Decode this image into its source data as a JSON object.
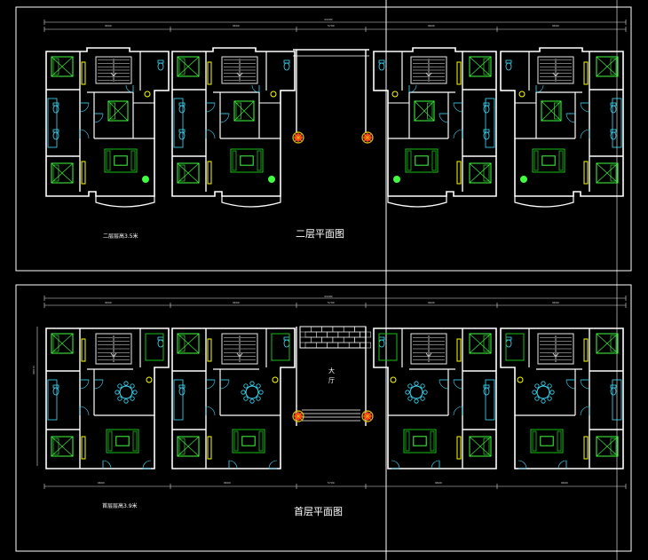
{
  "colors": {
    "background": "#000000",
    "wall": "#ffffff",
    "frame": "#ffffff",
    "furniture": "#18c018",
    "furniture_bright": "#40ff40",
    "fixture": "#40e0ff",
    "stair": "#e8e8e8",
    "accent_yellow": "#ffff00",
    "plant_red": "#ff2020",
    "plant_yellow": "#e8c000",
    "dim_line": "#e0e0e0"
  },
  "upper_sheet": {
    "title": "二层平面图",
    "note": "二层层高3.5米",
    "total_dim": "43200",
    "top_dims": [
      "9600",
      "9600",
      "5700",
      "9600",
      "9600"
    ]
  },
  "lower_sheet": {
    "title": "首层平面图",
    "note": "首层层高3.9米",
    "hall_label": "大厅",
    "total_dim": "43200",
    "side_dim": "11600",
    "top_dims": [
      "9600",
      "9600",
      "5700",
      "9600",
      "9600"
    ],
    "bottom_dims": [
      "9600",
      "9600",
      "5700",
      "9600",
      "9600"
    ]
  }
}
